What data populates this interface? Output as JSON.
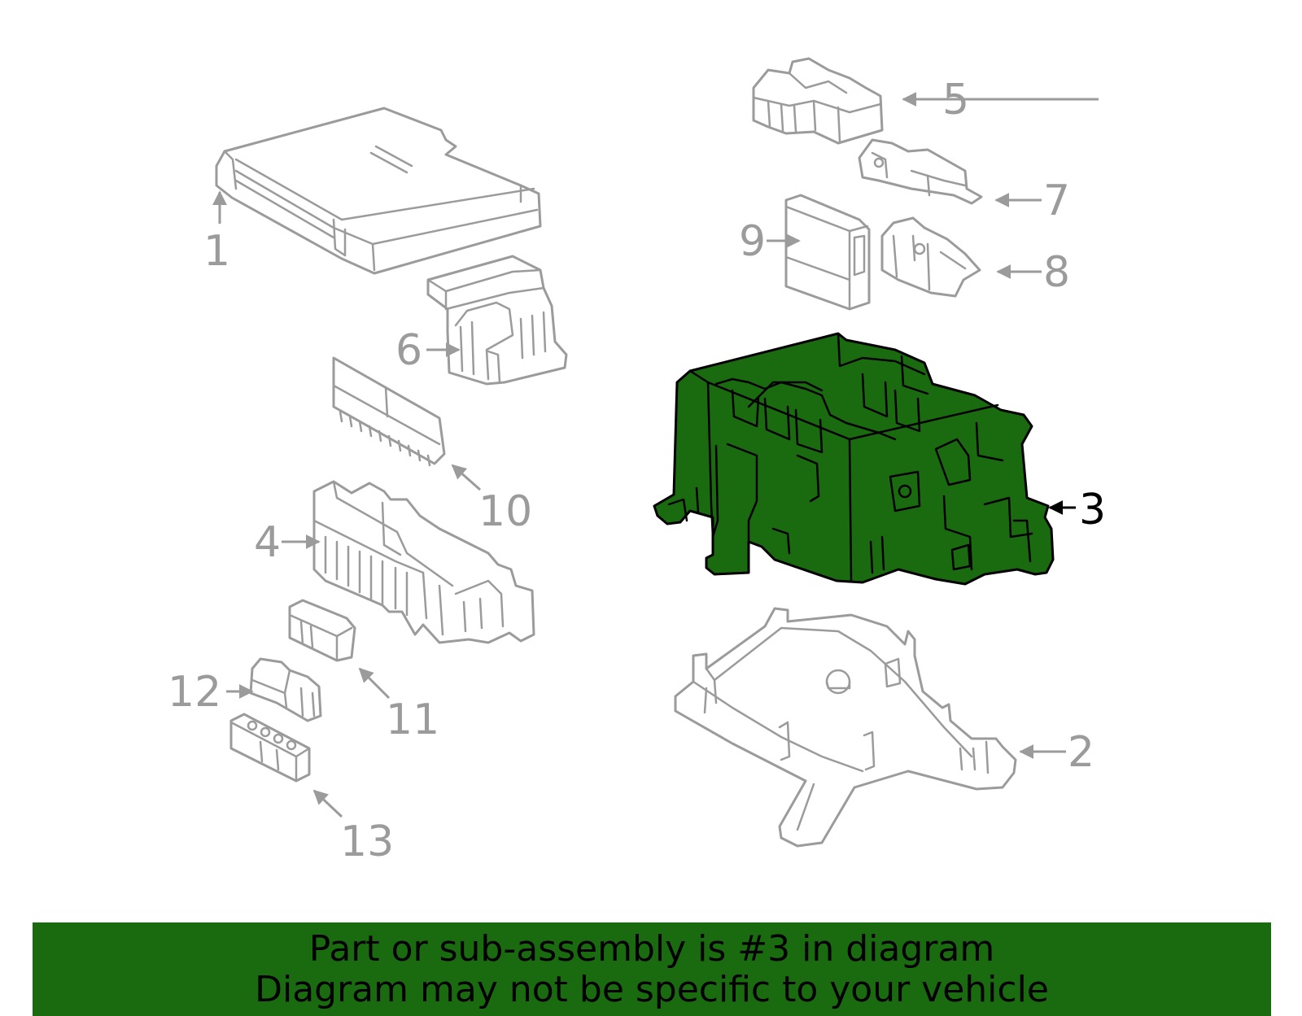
{
  "colors": {
    "highlight_fill": "#1a6a10",
    "part_stroke": "#9b9b9b",
    "banner_background": "#1a6a10",
    "banner_text": "#000000"
  },
  "callouts": {
    "c1": "1",
    "c2": "2",
    "c3": "3",
    "c4": "4",
    "c5": "5",
    "c6": "6",
    "c7": "7",
    "c8": "8",
    "c9": "9",
    "c10": "10",
    "c11": "11",
    "c12": "12",
    "c13": "13"
  },
  "highlighted_part": "3",
  "banner": {
    "line1": "Part or sub-assembly is #3 in diagram",
    "line2": "Diagram may not be specific to your vehicle"
  }
}
